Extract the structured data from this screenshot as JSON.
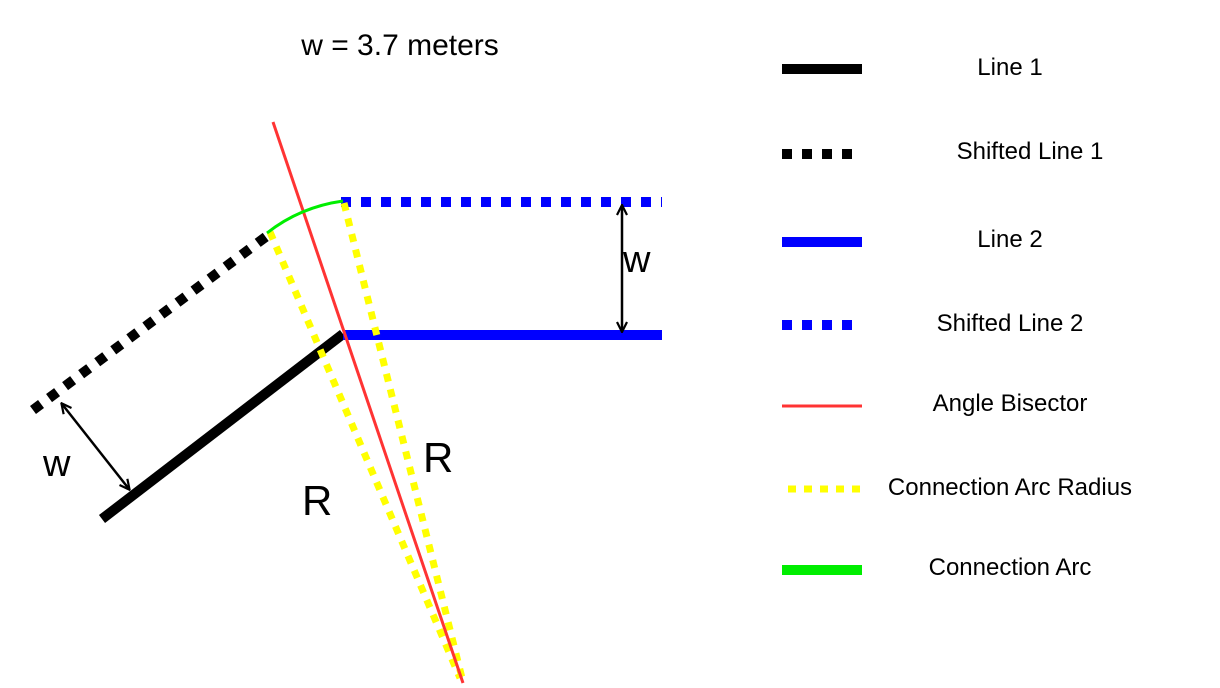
{
  "title": "w = 3.7 meters",
  "labels": {
    "w_left": "w",
    "w_right": "w",
    "r_left": "R",
    "r_right": "R"
  },
  "legend": [
    {
      "label": "Line 1",
      "color": "#000000",
      "style": "solid"
    },
    {
      "label": "Shifted Line 1",
      "color": "#000000",
      "style": "dotted"
    },
    {
      "label": "Line 2",
      "color": "#0000ff",
      "style": "solid"
    },
    {
      "label": "Shifted Line 2",
      "color": "#0000ff",
      "style": "dotted"
    },
    {
      "label": "Angle Bisector",
      "color": "#ff3333",
      "style": "thin"
    },
    {
      "label": "Connection Arc Radius",
      "color": "#ffff00",
      "style": "dotted"
    },
    {
      "label": "Connection Arc",
      "color": "#00ee00",
      "style": "solid"
    }
  ]
}
